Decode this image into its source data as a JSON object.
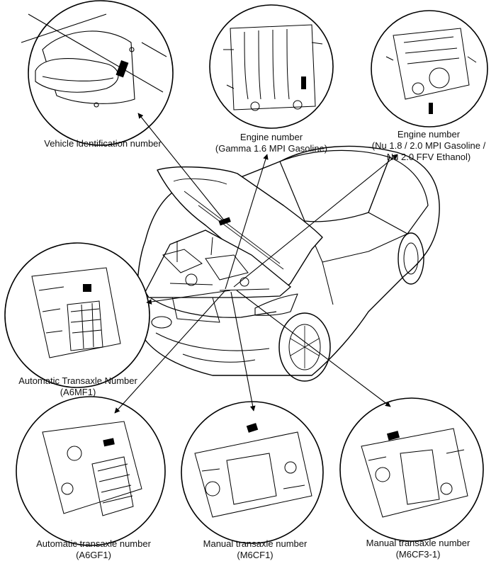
{
  "labels": {
    "vin": {
      "line1": "Vehicle identification number"
    },
    "engine_gamma": {
      "line1": "Engine number",
      "line2": "(Gamma 1.6 MPI Gasoline)"
    },
    "engine_nu": {
      "line1": "Engine number",
      "line2": "(Nu 1.8 / 2.0 MPI Gasoline /",
      "line3": "Nu 2.0 FFV Ethanol)"
    },
    "auto_a6mf1": {
      "line1": "Automatic Transaxle Number",
      "line2": "(A6MF1)"
    },
    "auto_a6gf1": {
      "line1": "Automatic transaxle number",
      "line2": "(A6GF1)"
    },
    "manual_m6cf1": {
      "line1": "Manual transaxle number",
      "line2": "(M6CF1)"
    },
    "manual_m6cf3": {
      "line1": "Manual transaxle number",
      "line2": "(M6CF3-1)"
    }
  }
}
